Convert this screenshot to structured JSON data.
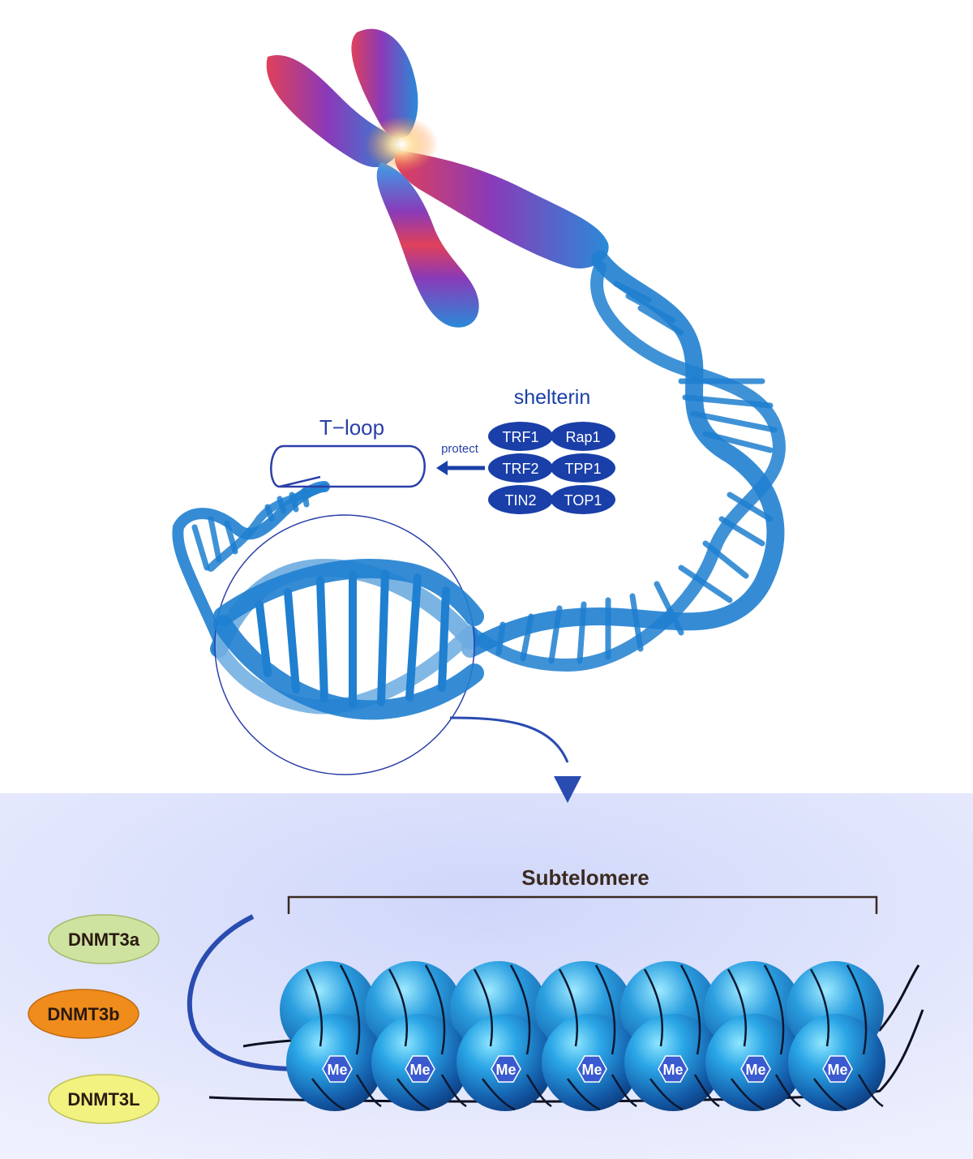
{
  "labels": {
    "shelterin": "shelterin",
    "tloop": "T−loop",
    "protect": "protect",
    "subtelomere": "Subtelomere",
    "methyl": "Me"
  },
  "shelterin_proteins": [
    "TRF1",
    "Rap1",
    "TRF2",
    "TPP1",
    "TIN2",
    "TOP1"
  ],
  "enzymes": [
    {
      "name": "DNMT3a",
      "color": "#cfe3a0"
    },
    {
      "name": "DNMT3b",
      "color": "#f08c1c"
    },
    {
      "name": "DNMT3L",
      "color": "#f2f280"
    }
  ],
  "colors": {
    "dna": "#1f7fd0",
    "shelterin_fill": "#1a3fa8",
    "text_blue": "#2a3fa8",
    "nucleosome": "#1a78c8",
    "panel": "#d9defb",
    "bracket": "#3a2a20"
  }
}
